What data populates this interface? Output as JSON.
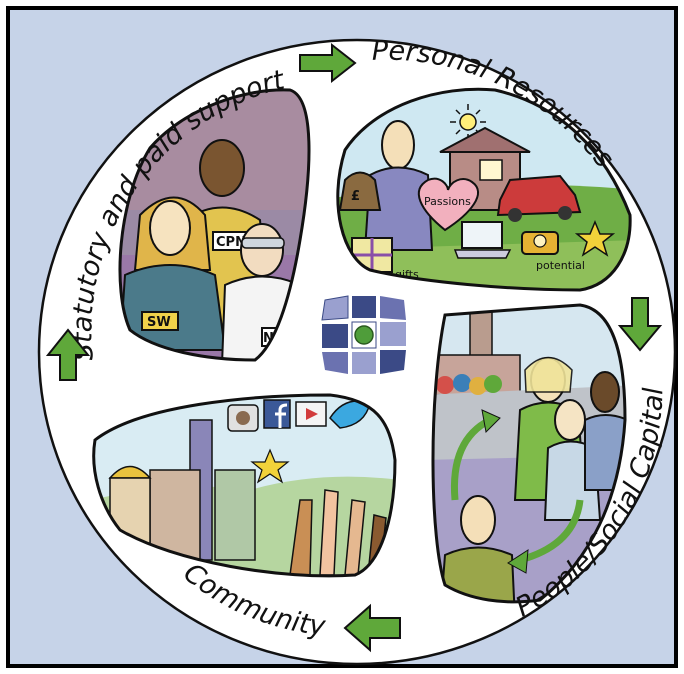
{
  "diagram": {
    "labels": {
      "statutory": "Statutory and paid support",
      "personal": "Personal Resources",
      "people": "People/Social Capital",
      "community": "Community"
    },
    "badges": {
      "sw": "SW",
      "cpn": "CPN",
      "nhs": "NHS",
      "pound": "£",
      "passions": "Passions",
      "gifts": "gifts",
      "potential": "potential"
    },
    "colors": {
      "background": "#c6d3e8",
      "ring": "#ffffff",
      "arrow": "#5fa83a",
      "center_dark": "#3b4a86",
      "center_light": "#9aa0cf",
      "center_dot": "#4f9d3a"
    },
    "icons": [
      "arrow-right-icon",
      "arrow-down-icon",
      "arrow-left-icon",
      "arrow-up-icon",
      "camera-icon",
      "facebook-icon",
      "youtube-icon",
      "twitter-bird-icon",
      "sun-icon",
      "heart-icon",
      "star-icon",
      "car-icon",
      "laptop-icon",
      "telephone-icon",
      "gift-icon",
      "house-icon"
    ]
  }
}
